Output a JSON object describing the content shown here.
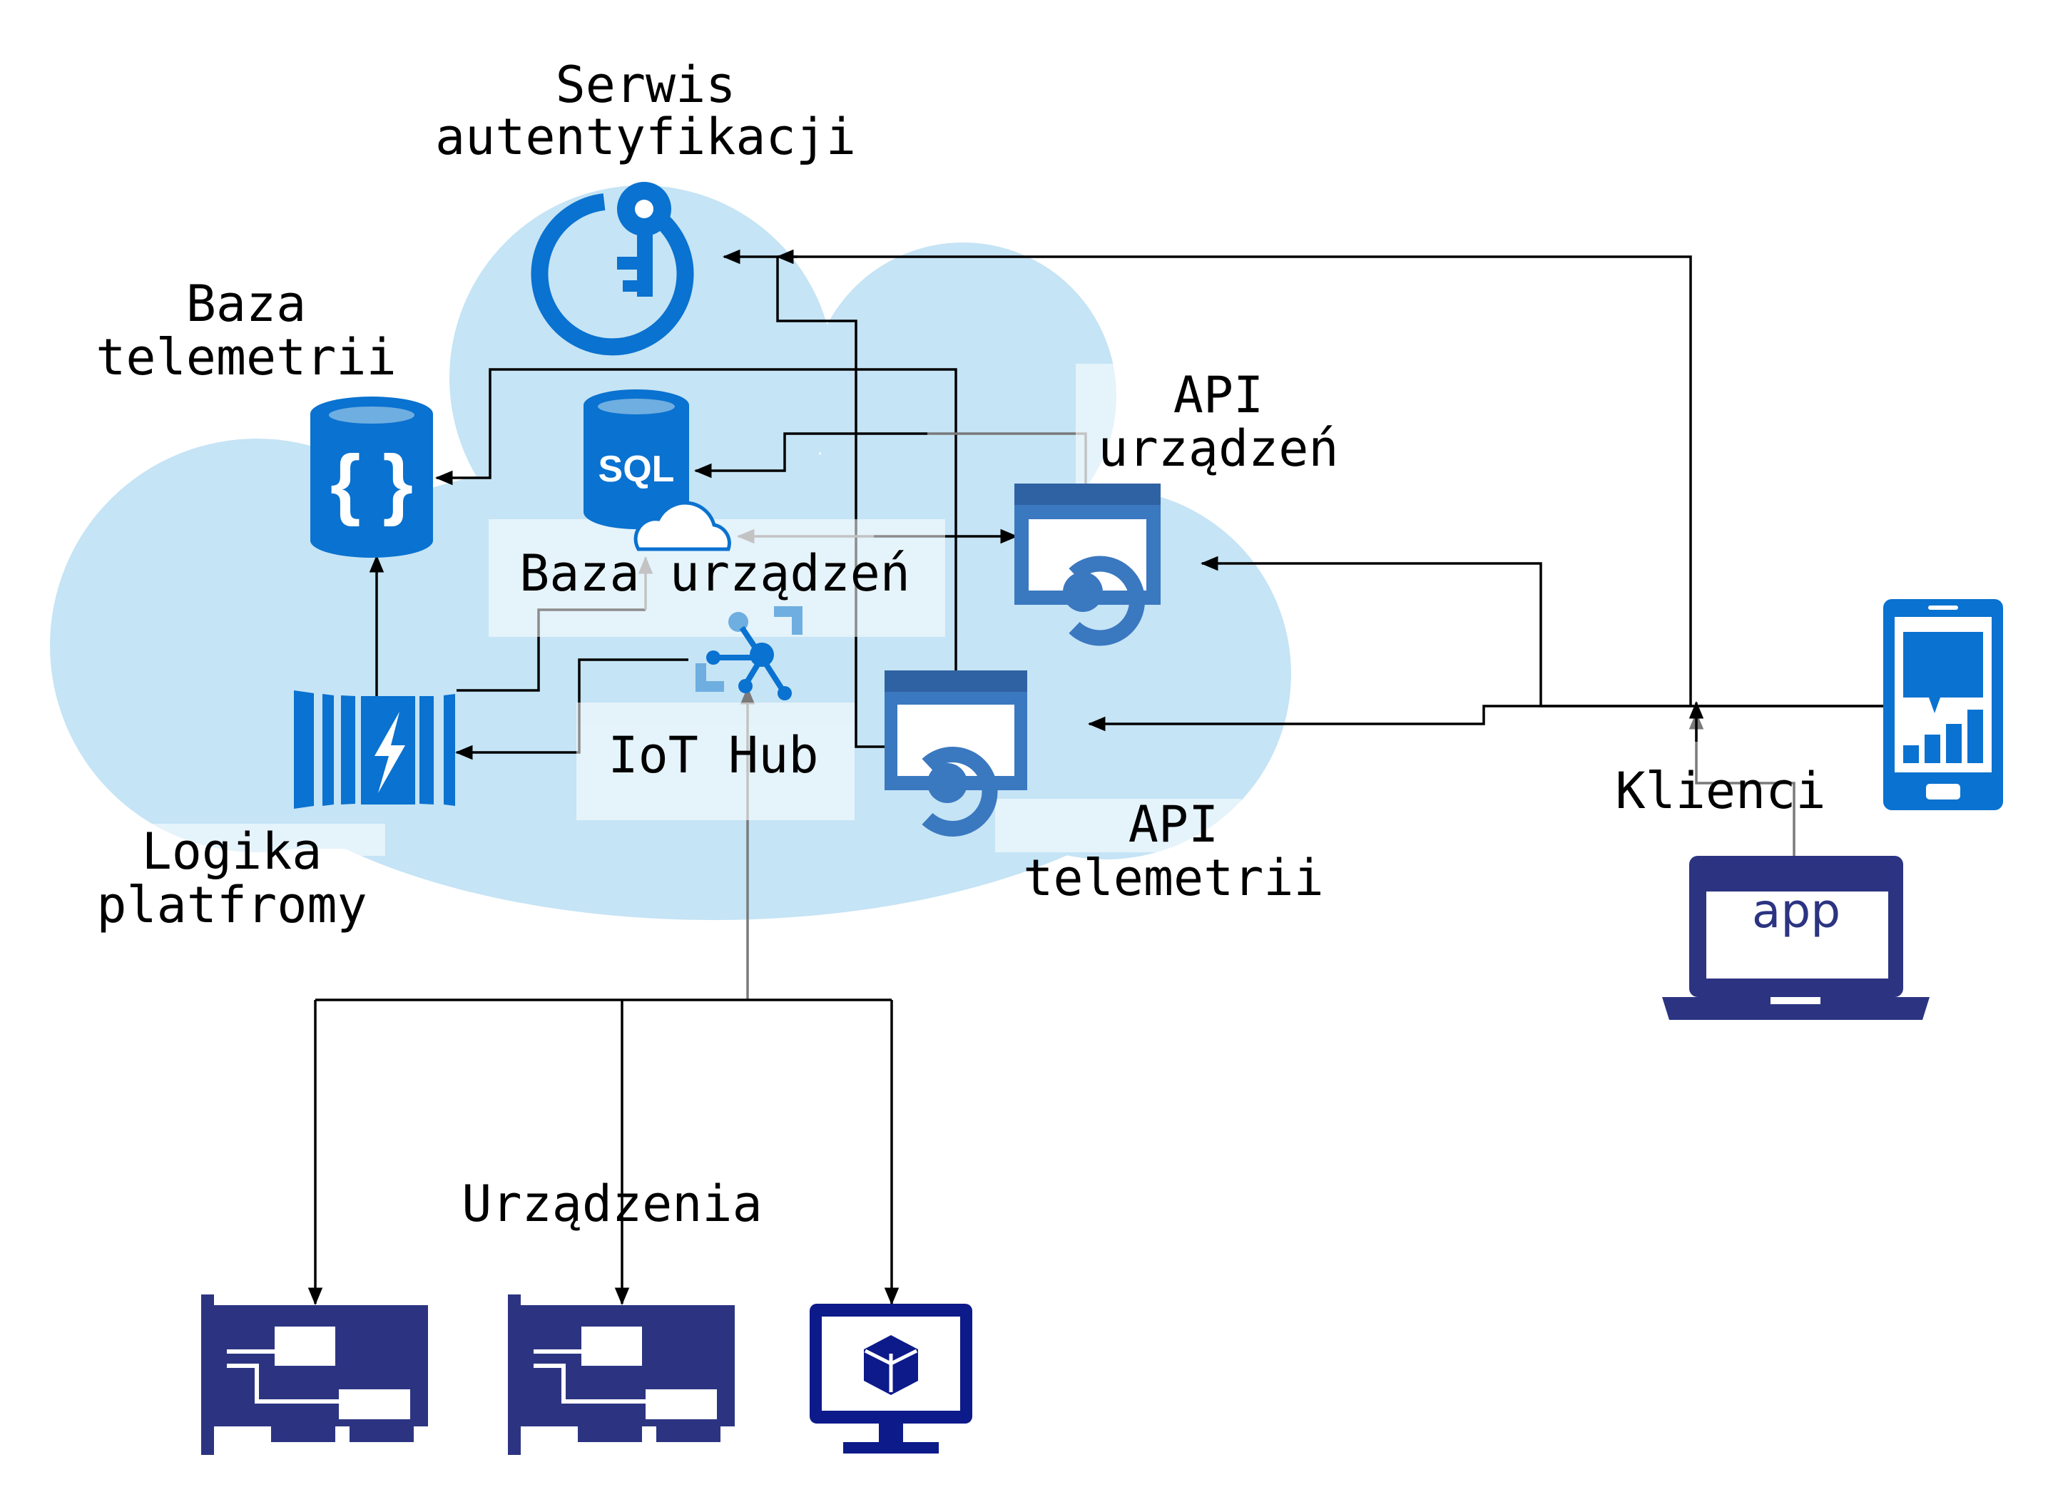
{
  "labels": {
    "auth_line1": "Serwis",
    "auth_line2": "autentyfikacji",
    "telemetry_db_line1": "Baza",
    "telemetry_db_line2": "telemetrii",
    "device_api_line1": "API",
    "device_api_line2": "urządzeń",
    "device_db": "Baza urządzeń",
    "iot_hub": "IoT Hub",
    "logic_line1": "Logika",
    "logic_line2": "platfromy",
    "telemetry_api_line1": "API",
    "telemetry_api_line2": "telemetrii",
    "clients": "Klienci",
    "devices": "Urządzenia",
    "sql": "SQL",
    "braces": "{ }",
    "app": "app"
  },
  "colors": {
    "cloud": "#c5e4f5",
    "azure_blue": "#0a72d0",
    "api_blue": "#3a78c0",
    "device_navy": "#2c3482",
    "monitor_navy": "#0d1a8a",
    "hub_light": "#6faee0",
    "line": "#000000",
    "line_grey": "#7a7a7a"
  },
  "icons": {
    "auth": "key-icon",
    "telemetry_db": "cosmos-db-icon",
    "device_db": "sql-database-icon",
    "device_api": "app-service-icon",
    "telemetry_api": "app-service-icon",
    "iot_hub": "iot-hub-icon",
    "logic": "stream-analytics-icon",
    "phone": "mobile-app-icon",
    "laptop": "laptop-icon",
    "device_board": "circuit-board-icon",
    "device_vm": "virtual-machine-icon"
  }
}
